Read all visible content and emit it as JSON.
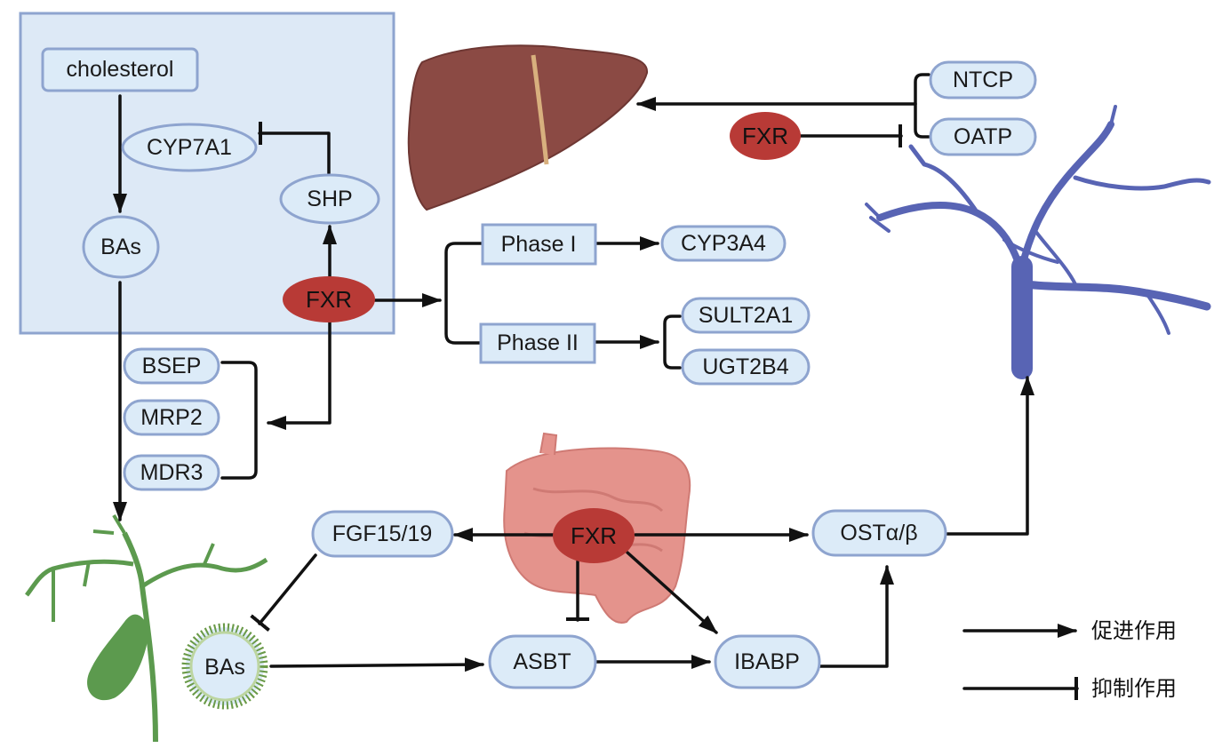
{
  "nodes": {
    "cholesterol": "cholesterol",
    "cyp7a1": "CYP7A1",
    "shp": "SHP",
    "bas_liver": "BAs",
    "fxr_liver": "FXR",
    "phase1": "Phase I",
    "phase2": "Phase II",
    "cyp3a4": "CYP3A4",
    "sult2a1": "SULT2A1",
    "ugt2b4": "UGT2B4",
    "bsep": "BSEP",
    "mrp2": "MRP2",
    "mdr3": "MDR3",
    "ntcp": "NTCP",
    "oatp": "OATP",
    "fxr_portal": "FXR",
    "fgf": "FGF15/19",
    "fxr_intestine": "FXR",
    "ost": "OSTα/β",
    "bas_vesicle": "BAs",
    "asbt": "ASBT",
    "ibabp": "IBABP"
  },
  "legend": {
    "promote": "促进作用",
    "inhibit": "抑制作用"
  },
  "colors": {
    "node_fill": "#dcebf8",
    "node_stroke": "#8ea4cf",
    "fxr_fill": "#b83a36",
    "hepatocyte_fill": "#dde9f6",
    "liver": "#8b4a44",
    "intestine": "#e4938c",
    "gallbladder": "#5c9a4e",
    "vein": "#5864b4",
    "arrow": "#111111"
  }
}
